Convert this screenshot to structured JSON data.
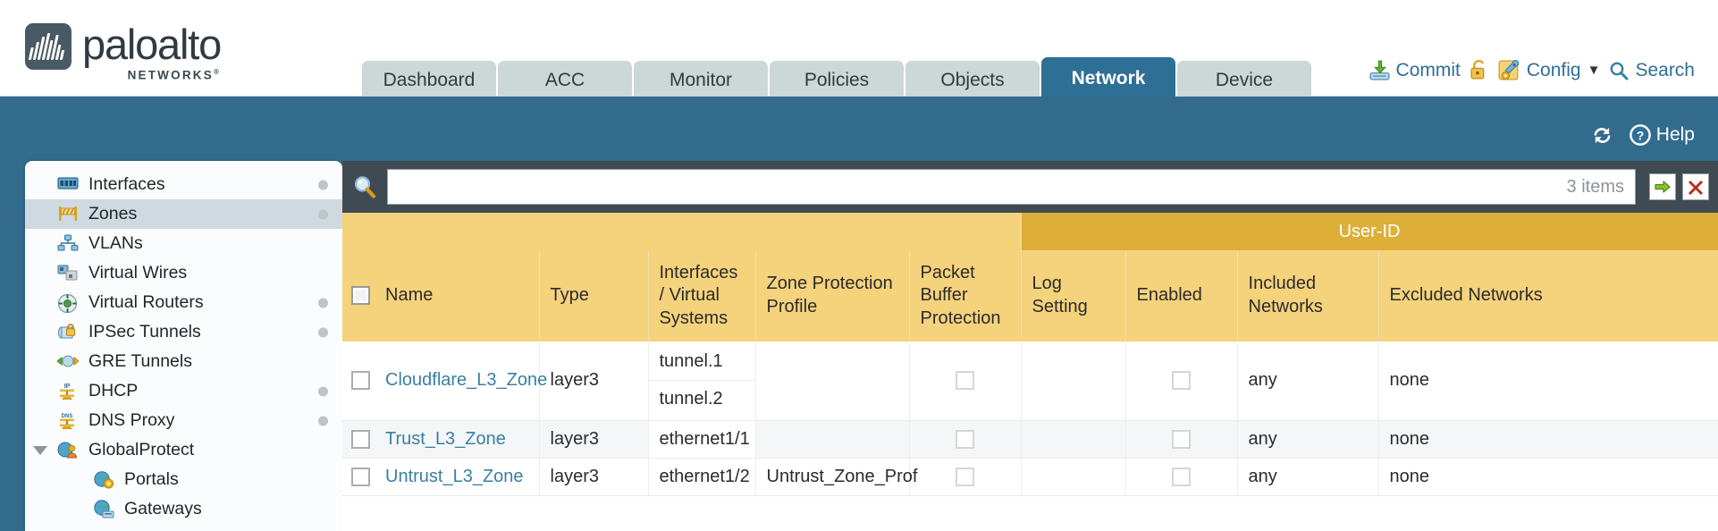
{
  "brand": {
    "name": "paloalto",
    "tagline": "NETWORKS",
    "registered": "®"
  },
  "nav": {
    "tabs": [
      {
        "label": "Dashboard",
        "active": false
      },
      {
        "label": "ACC",
        "active": false
      },
      {
        "label": "Monitor",
        "active": false
      },
      {
        "label": "Policies",
        "active": false
      },
      {
        "label": "Objects",
        "active": false
      },
      {
        "label": "Network",
        "active": true
      },
      {
        "label": "Device",
        "active": false
      }
    ]
  },
  "utility": {
    "commit": {
      "label": "Commit",
      "icon": "commit-icon"
    },
    "lock": {
      "label": "",
      "icon": "unlock-icon"
    },
    "config": {
      "label": "Config",
      "icon": "config-wrench-icon",
      "caret": "▼"
    },
    "search": {
      "label": "Search",
      "icon": "search-magnifier-icon"
    }
  },
  "band": {
    "refresh": {
      "label": "",
      "icon": "refresh-icon"
    },
    "help": {
      "label": "Help",
      "icon": "help-icon"
    }
  },
  "sidebar": {
    "items": [
      {
        "label": "Interfaces",
        "icon": "interfaces-icon",
        "selected": false,
        "dot": true,
        "child": false,
        "expander": false
      },
      {
        "label": "Zones",
        "icon": "zones-icon",
        "selected": true,
        "dot": true,
        "child": false,
        "expander": false
      },
      {
        "label": "VLANs",
        "icon": "vlans-icon",
        "selected": false,
        "dot": false,
        "child": false,
        "expander": false
      },
      {
        "label": "Virtual Wires",
        "icon": "virtual-wires-icon",
        "selected": false,
        "dot": false,
        "child": false,
        "expander": false
      },
      {
        "label": "Virtual Routers",
        "icon": "virtual-routers-icon",
        "selected": false,
        "dot": true,
        "child": false,
        "expander": false
      },
      {
        "label": "IPSec Tunnels",
        "icon": "ipsec-tunnels-icon",
        "selected": false,
        "dot": true,
        "child": false,
        "expander": false
      },
      {
        "label": "GRE Tunnels",
        "icon": "gre-tunnels-icon",
        "selected": false,
        "dot": false,
        "child": false,
        "expander": false
      },
      {
        "label": "DHCP",
        "icon": "dhcp-icon",
        "selected": false,
        "dot": true,
        "child": false,
        "expander": false
      },
      {
        "label": "DNS Proxy",
        "icon": "dns-proxy-icon",
        "selected": false,
        "dot": true,
        "child": false,
        "expander": false
      },
      {
        "label": "GlobalProtect",
        "icon": "globalprotect-icon",
        "selected": false,
        "dot": false,
        "child": false,
        "expander": true
      },
      {
        "label": "Portals",
        "icon": "portals-icon",
        "selected": false,
        "dot": false,
        "child": true,
        "expander": false
      },
      {
        "label": "Gateways",
        "icon": "gateways-icon",
        "selected": false,
        "dot": false,
        "child": true,
        "expander": false
      }
    ]
  },
  "search": {
    "value": "",
    "placeholder": "",
    "items_count": "3 items",
    "apply_icon": "arrow-right-icon",
    "clear_icon": "red-x-icon"
  },
  "table": {
    "group_header": {
      "userid": "User-ID"
    },
    "columns": [
      "Name",
      "Type",
      "Interfaces / Virtual Systems",
      "Zone Protection Profile",
      "Packet Buffer Protection",
      "Log Setting",
      "Enabled",
      "Included Networks",
      "Excluded Networks"
    ],
    "rows": [
      {
        "selected": false,
        "name": "Cloudflare_L3_Zone",
        "type": "layer3",
        "interfaces": [
          "tunnel.1",
          "tunnel.2"
        ],
        "zone_protection_profile": "",
        "packet_buffer_protection": false,
        "log_setting": "",
        "userid_enabled": false,
        "included_networks": "any",
        "excluded_networks": "none"
      },
      {
        "selected": false,
        "name": "Trust_L3_Zone",
        "type": "layer3",
        "interfaces": [
          "ethernet1/1"
        ],
        "zone_protection_profile": "",
        "packet_buffer_protection": false,
        "log_setting": "",
        "userid_enabled": false,
        "included_networks": "any",
        "excluded_networks": "none"
      },
      {
        "selected": false,
        "name": "Untrust_L3_Zone",
        "type": "layer3",
        "interfaces": [
          "ethernet1/2"
        ],
        "zone_protection_profile": "Untrust_Zone_Prof",
        "packet_buffer_protection": false,
        "log_setting": "",
        "userid_enabled": false,
        "included_networks": "any",
        "excluded_networks": "none"
      }
    ]
  },
  "colors": {
    "brand_blue": "#2e6f96",
    "band_blue": "#336b8c",
    "header_yellow": "#f5d27c",
    "group_yellow": "#ddaf39",
    "link_blue": "#3a7fa6",
    "panel_dark": "#3f4a52"
  }
}
